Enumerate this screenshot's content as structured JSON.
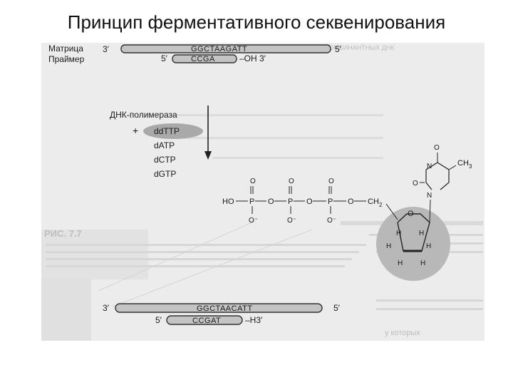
{
  "title": "Принцип ферментативного секвенирования",
  "top_strands": {
    "template_label": "Матрица",
    "primer_label": "Праймер",
    "template_5prime_left": "3′",
    "template_sequence": "GGCTAAGATT",
    "template_right_end": "5′",
    "primer_left_end": "5′",
    "primer_sequence": "CCGA",
    "primer_right_end": "–OH 3′"
  },
  "reagents": {
    "enzyme": "ДНК-полимераза",
    "plus": "+",
    "nucleotides": [
      "ddTTP",
      "dATP",
      "dCTP",
      "dGTP"
    ]
  },
  "molecule": {
    "ho": "HO",
    "p1": "P",
    "p2": "P",
    "p3": "P",
    "o": "O",
    "o_minus": "O⁻",
    "ch2": "CH",
    "ch2_sub": "2",
    "ring_o": "O",
    "h": "H",
    "base_o": "O",
    "base_n": "N",
    "ch3": "CH",
    "ch3_sub": "3"
  },
  "bottom_strands": {
    "template_left_end": "3′",
    "template_sequence": "GGCTAACATT",
    "template_right_end": "5′",
    "product_left_end": "5′",
    "product_sequence": "CCGAT",
    "product_right_end": "–H3′"
  },
  "background_text": {
    "caption_heading": "РИС. 7.7",
    "ghost_top": "ЧАСТЬ II. ТЕХНИКА РЕКОМБИНАНТНЫХ ДНК",
    "ghost_right_bottom": "у которых"
  }
}
